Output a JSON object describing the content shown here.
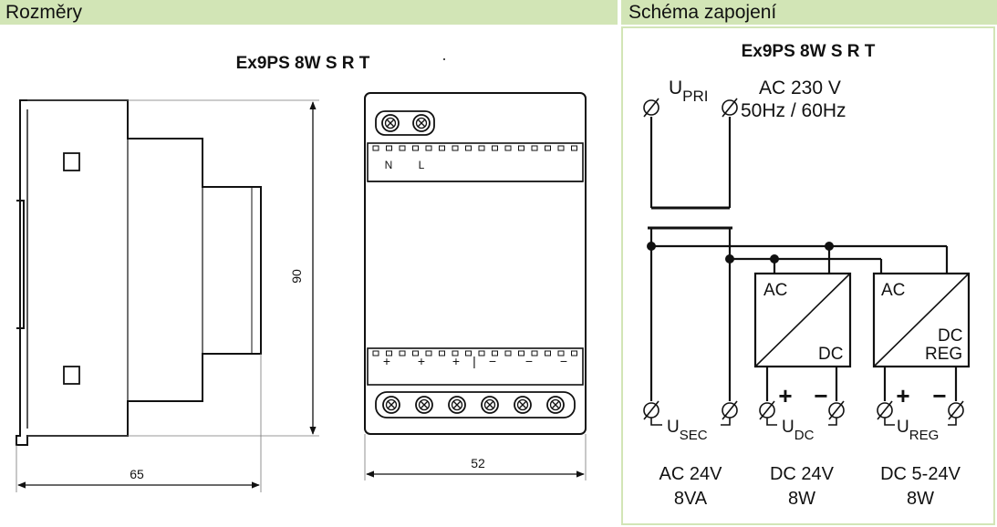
{
  "headers": {
    "dimensions": "Rozměry",
    "wiring": "Schéma zapojení"
  },
  "dimensions": {
    "title": "Ex9PS 8W S R T",
    "width_side": "65",
    "width_front": "52",
    "height": "90",
    "terminal_top": [
      "N",
      "L"
    ],
    "terminal_bottom": [
      "+",
      "+",
      "+",
      "|",
      "−",
      "−",
      "−"
    ]
  },
  "wiring": {
    "title": "Ex9PS 8W S R T",
    "u_pri_main": "U",
    "u_pri_sub": "PRI",
    "ac_input": "AC  230 V",
    "freq": "50Hz  / 60Hz",
    "block1_in": "AC",
    "block1_out": "DC",
    "block2_in": "AC",
    "block2_out_1": "DC",
    "block2_out_2": "REG",
    "plus": "+",
    "minus": "−",
    "u_sec_main": "U",
    "u_sec_sub": "SEC",
    "u_dc_main": "U",
    "u_dc_sub": "DC",
    "u_reg_main": "U",
    "u_reg_sub": "REG",
    "out1_line1": "AC  24V",
    "out1_line2": "8VA",
    "out2_line1": "DC  24V",
    "out2_line2": "8W",
    "out3_line1": "DC  5-24V",
    "out3_line2": "8W"
  }
}
